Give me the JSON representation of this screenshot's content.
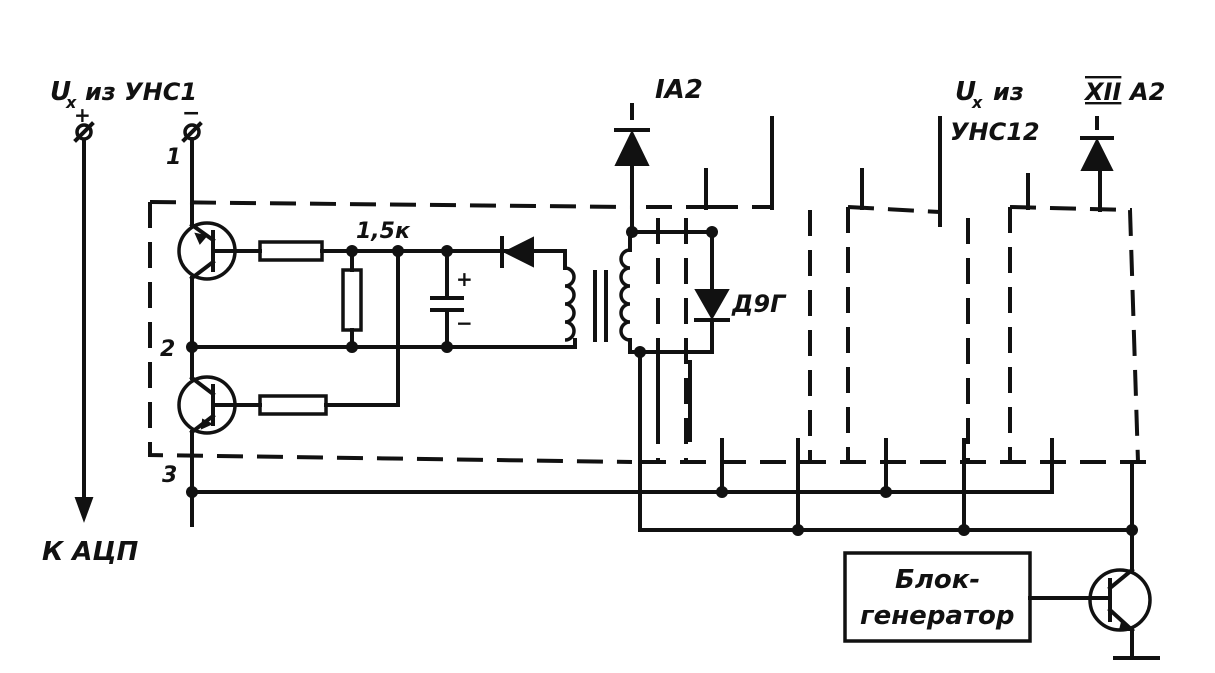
{
  "labels": {
    "ux_from_unc1_u": "U",
    "ux_from_unc1_sub": "x",
    "ux_from_unc1_rest": "из УНС1",
    "plus": "+",
    "minus": "−",
    "pin1": "1",
    "pin2": "2",
    "pin3": "3",
    "to_adc": "К АЦП",
    "resistor_value": "1,5к",
    "cap_plus": "+",
    "cap_minus": "−",
    "channel_first": "IA2",
    "diode_name": "Д9Г",
    "ux_from_unc12_u": "U",
    "ux_from_unc12_sub": "x",
    "ux_from_unc12_rest": "из",
    "ux_from_unc12_line2": "УНС12",
    "channel_last_roman": "XII",
    "channel_last_rest": "А2",
    "block_gen_line1": "Блок-",
    "block_gen_line2": "генератор"
  }
}
